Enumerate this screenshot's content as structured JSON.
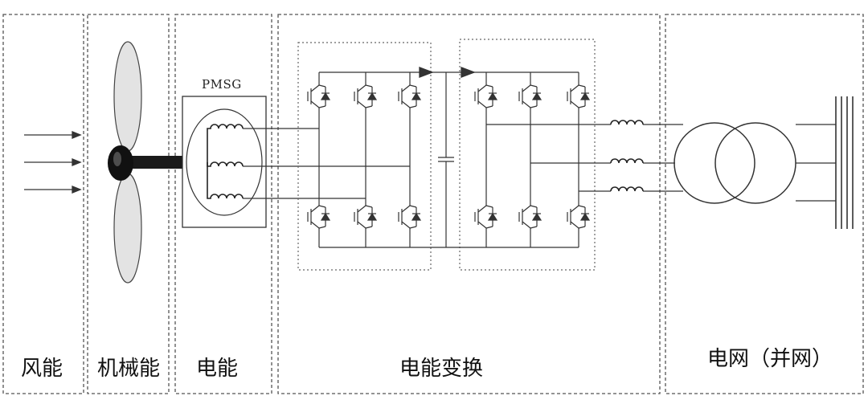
{
  "sections": [
    {
      "id": "wind",
      "label": "风能"
    },
    {
      "id": "mechanical",
      "label": "机械能"
    },
    {
      "id": "electrical",
      "label": "电能"
    },
    {
      "id": "conversion",
      "label": "电能变换"
    },
    {
      "id": "grid",
      "label": "电网（并网）"
    }
  ],
  "generator": {
    "label": "PMSG"
  },
  "colors": {
    "line": "#333333",
    "dash": "#555555",
    "blade": "#e3e3e3",
    "hub": "#111111"
  }
}
